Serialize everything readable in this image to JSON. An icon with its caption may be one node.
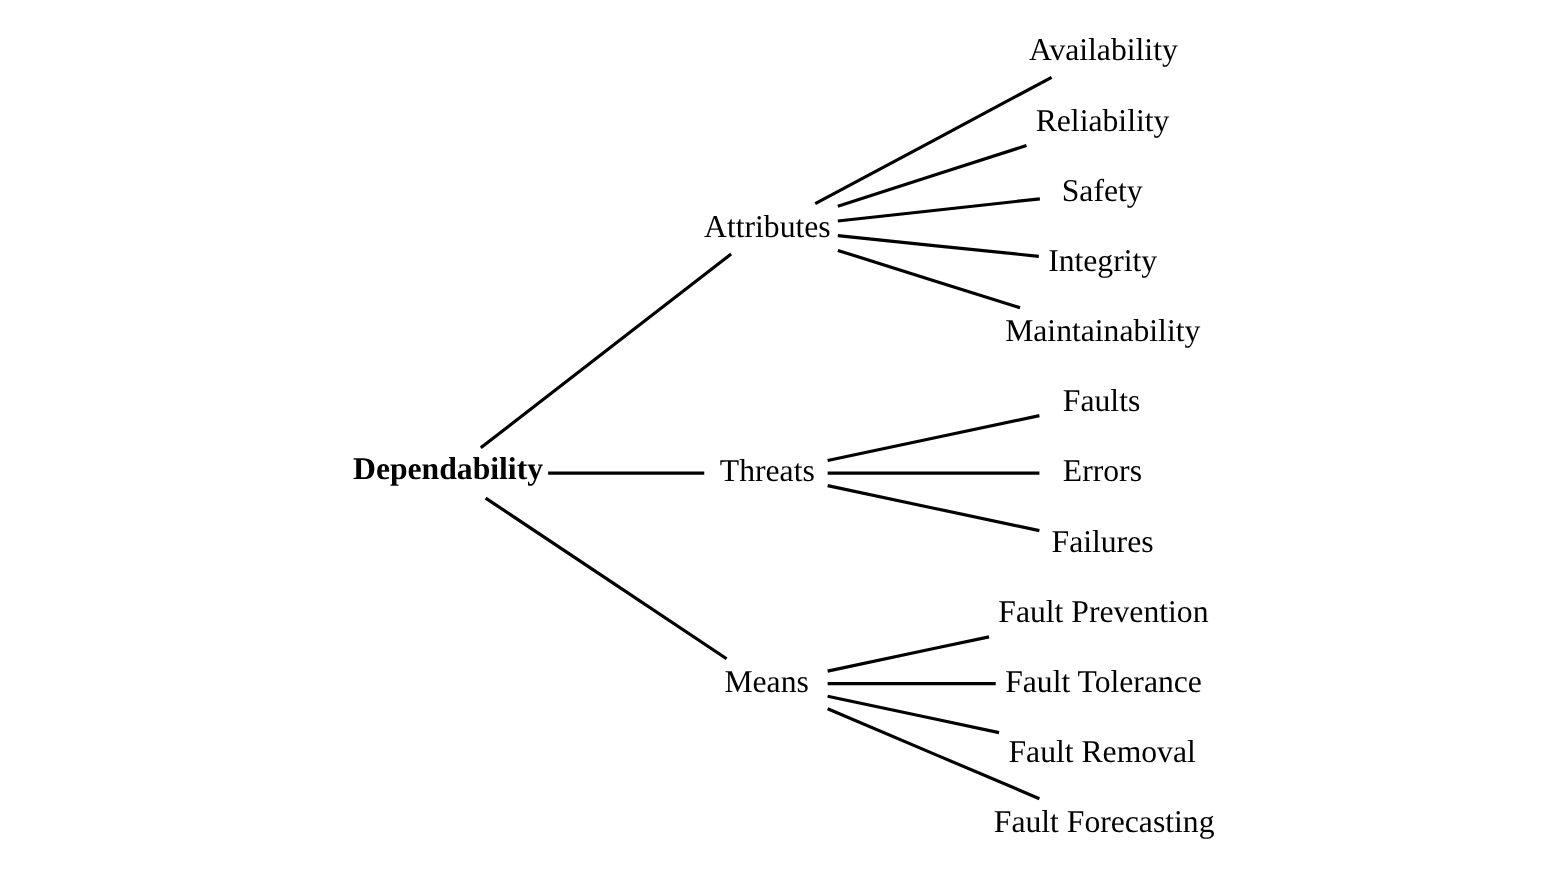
{
  "diagram": {
    "nodes": [
      {
        "text": [
          "Dependability"
        ]
      },
      {
        "text": [
          "Attributes"
        ]
      },
      {
        "text": [
          "Availability"
        ]
      },
      {
        "text": [
          "Reliability"
        ]
      },
      {
        "text": [
          "Safety"
        ]
      },
      {
        "text": [
          "Integrity"
        ]
      },
      {
        "text": [
          "Maintainability"
        ]
      },
      {
        "text": [
          "Threats"
        ]
      },
      {
        "text": [
          "Faults"
        ]
      },
      {
        "text": [
          "Errors"
        ]
      },
      {
        "text": [
          "Failures"
        ]
      },
      {
        "text": [
          "Means"
        ]
      },
      {
        "text": [
          "Fault Prevention"
        ]
      },
      {
        "text": [
          "Fault Tolerance"
        ]
      },
      {
        "text": [
          "Fault Removal"
        ]
      },
      {
        "text": [
          "Fault Forecasting"
        ]
      }
    ],
    "edges": [
      {
        "from": 0,
        "to": 1,
        "arrow": "none"
      },
      {
        "from": 0,
        "to": 7,
        "arrow": "none"
      },
      {
        "from": 0,
        "to": 11,
        "arrow": "none"
      },
      {
        "from": 1,
        "to": 2,
        "arrow": "none"
      },
      {
        "from": 1,
        "to": 3,
        "arrow": "none"
      },
      {
        "from": 1,
        "to": 4,
        "arrow": "none"
      },
      {
        "from": 1,
        "to": 5,
        "arrow": "none"
      },
      {
        "from": 1,
        "to": 6,
        "arrow": "none"
      },
      {
        "from": 7,
        "to": 8,
        "arrow": "none"
      },
      {
        "from": 7,
        "to": 9,
        "arrow": "none"
      },
      {
        "from": 7,
        "to": 10,
        "arrow": "none"
      },
      {
        "from": 11,
        "to": 12,
        "arrow": "none"
      },
      {
        "from": 11,
        "to": 13,
        "arrow": "none"
      },
      {
        "from": 11,
        "to": 14,
        "arrow": "none"
      },
      {
        "from": 11,
        "to": 15,
        "arrow": "none"
      }
    ]
  }
}
